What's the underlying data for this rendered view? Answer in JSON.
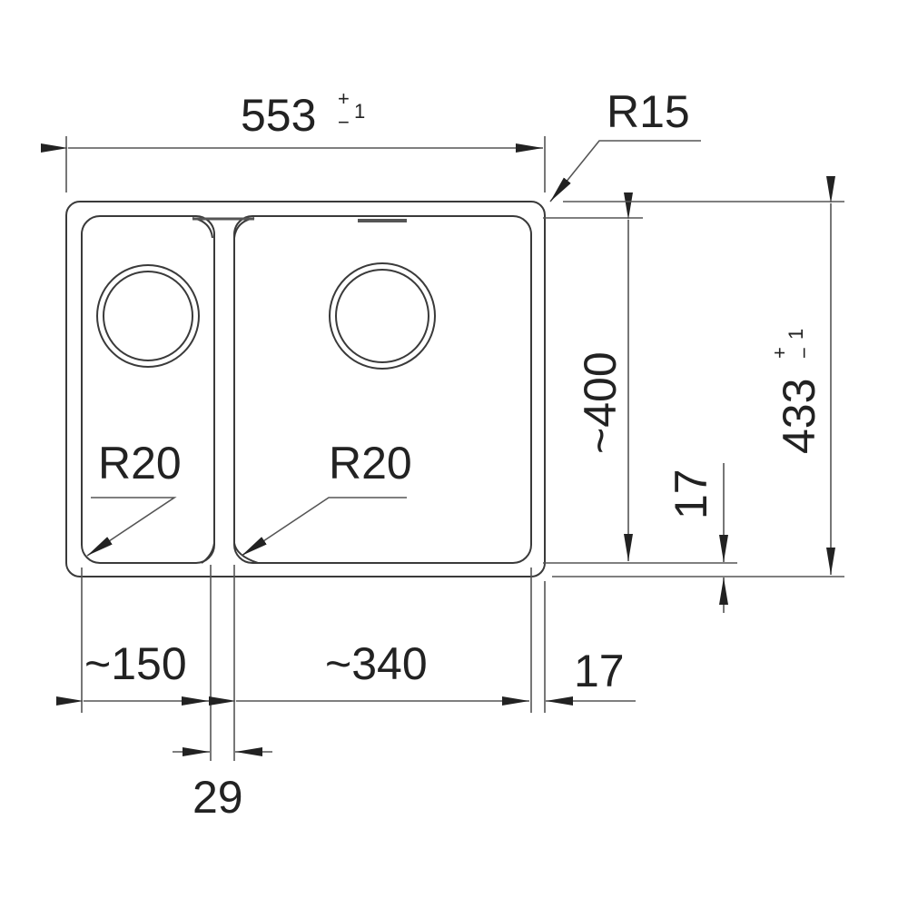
{
  "dimensions": {
    "width": {
      "value": "553",
      "tol_plus": "+",
      "tol_minus": "−",
      "tol": "1"
    },
    "corner_radius": "R15",
    "bowl_height": "~400",
    "depth": {
      "value": "433",
      "tol_plus": "+",
      "tol_minus": "−",
      "tol": "1"
    },
    "rim_right_vertical": "17",
    "left_bowl_radius": "R20",
    "right_bowl_radius": "R20",
    "left_bowl_width": "~150",
    "right_bowl_width": "~340",
    "rim_bottom": "17",
    "divider_width": "29"
  },
  "colors": {
    "line": "#3a3a3a",
    "background": "#ffffff"
  }
}
